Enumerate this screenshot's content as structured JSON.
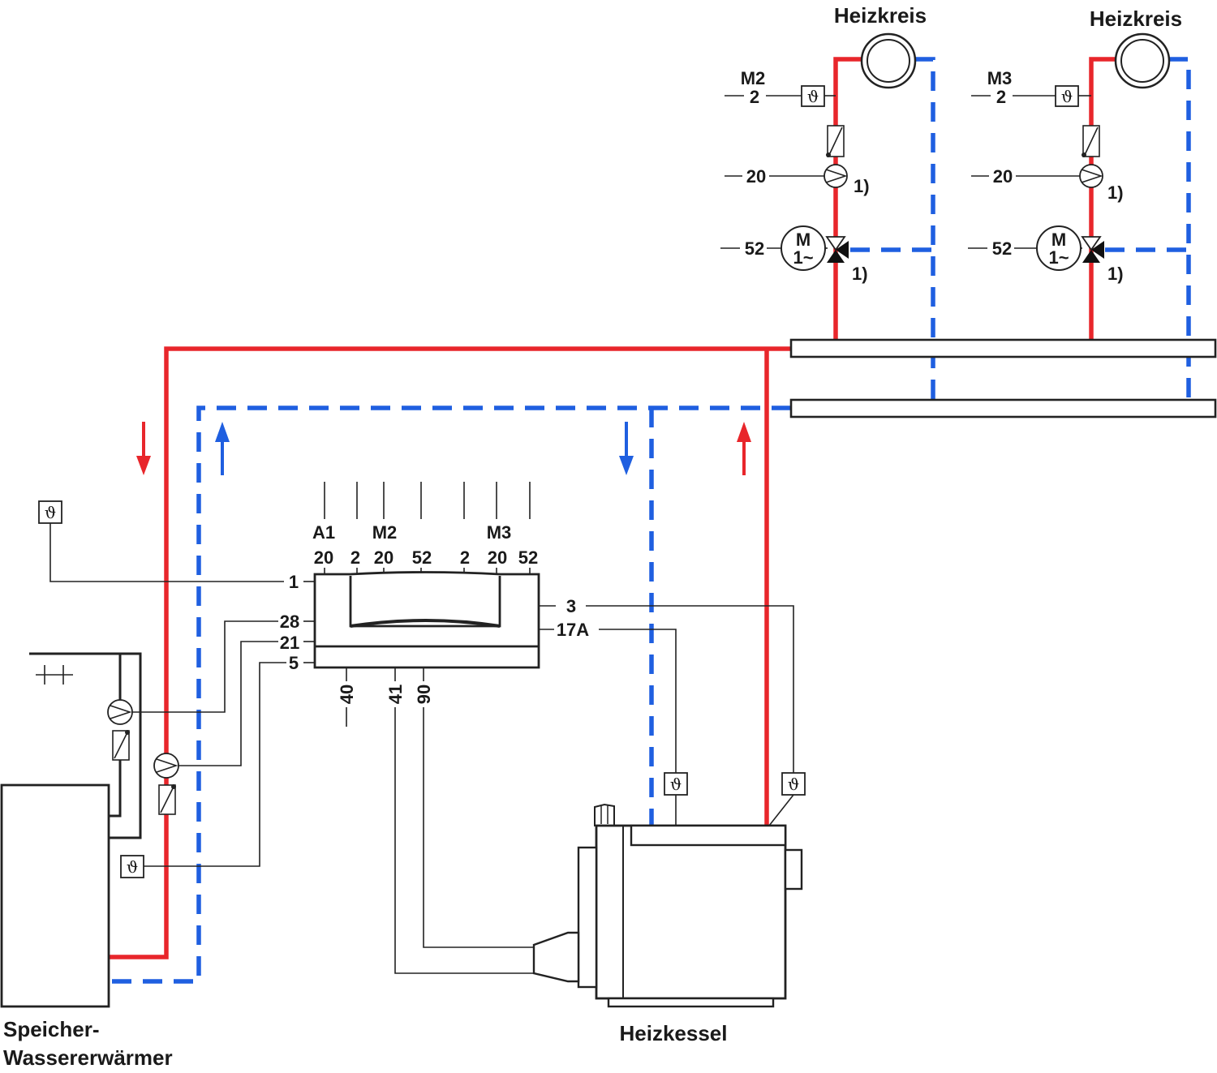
{
  "labels": {
    "heizkreis": "Heizkreis",
    "speicher_line1": "Speicher-",
    "speicher_line2": "Wassererwärmer",
    "heizkessel": "Heizkessel",
    "circuit_left_id": "M2",
    "circuit_right_id": "M3",
    "term_2": "2",
    "term_20": "20",
    "term_52": "52",
    "note_1": "1)",
    "motor_m": "M",
    "motor_phase": "1~",
    "sensor_symbol": "ϑ",
    "ctrl_a1": "A1",
    "ctrl_m2": "M2",
    "ctrl_m3": "M3",
    "ctrl_1": "1",
    "ctrl_28": "28",
    "ctrl_21": "21",
    "ctrl_5": "5",
    "ctrl_3": "3",
    "ctrl_17a": "17A",
    "ctrl_40": "40",
    "ctrl_41": "41",
    "ctrl_90": "90"
  },
  "colors": {
    "supply": "#e8262b",
    "return": "#1f5fe0",
    "wiring": "#222222"
  }
}
